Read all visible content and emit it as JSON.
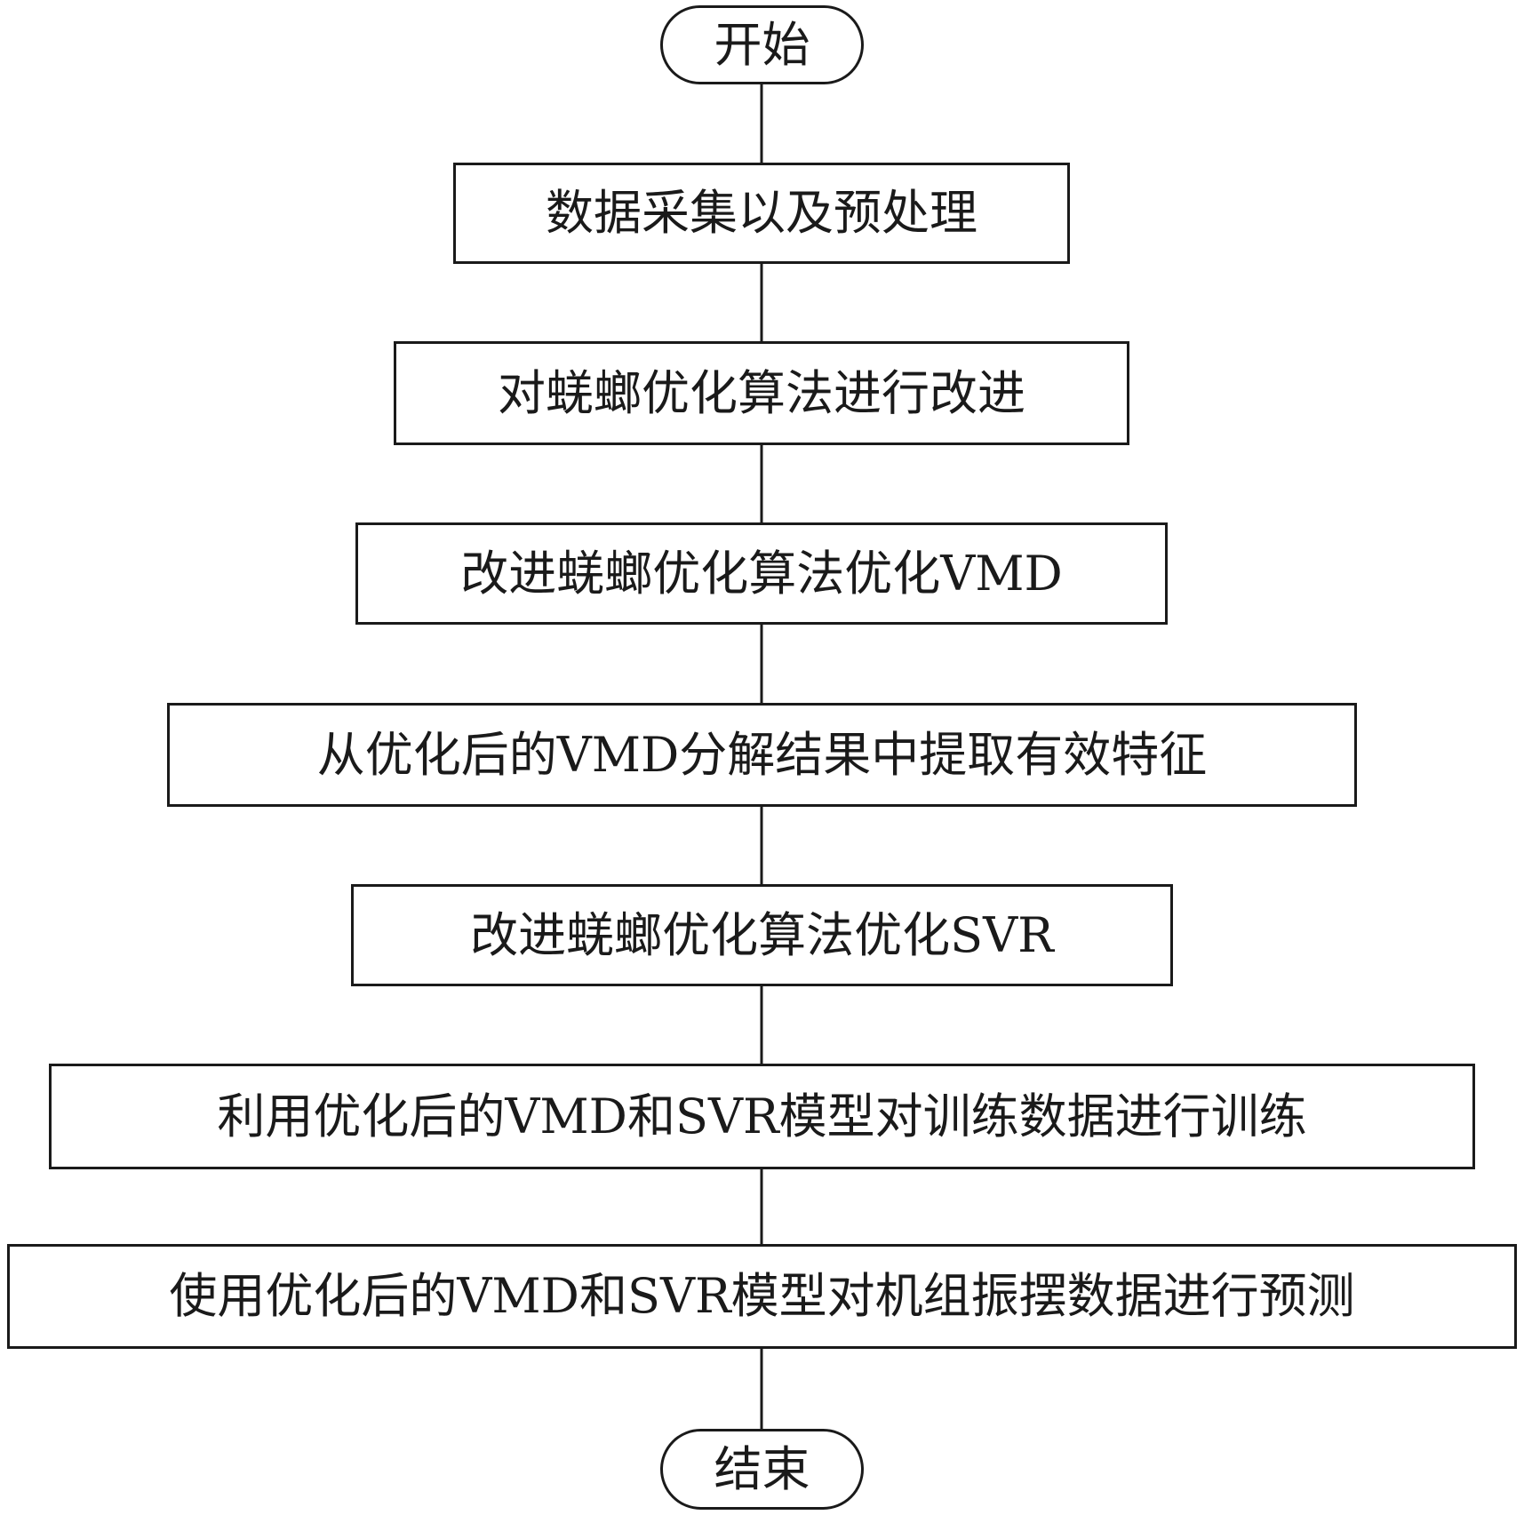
{
  "flowchart": {
    "start": {
      "label": "开始"
    },
    "steps": [
      {
        "label": "数据采集以及预处理"
      },
      {
        "label": "对蜣螂优化算法进行改进"
      },
      {
        "label": "改进蜣螂优化算法优化VMD"
      },
      {
        "label": "从优化后的VMD分解结果中提取有效特征"
      },
      {
        "label": "改进蜣螂优化算法优化SVR"
      },
      {
        "label": "利用优化后的VMD和SVR模型对训练数据进行训练"
      },
      {
        "label": "使用优化后的VMD和SVR模型对机组振摆数据进行预测"
      }
    ],
    "end": {
      "label": "结束"
    }
  },
  "colors": {
    "stroke": "#1a1a1a",
    "background": "#ffffff"
  }
}
